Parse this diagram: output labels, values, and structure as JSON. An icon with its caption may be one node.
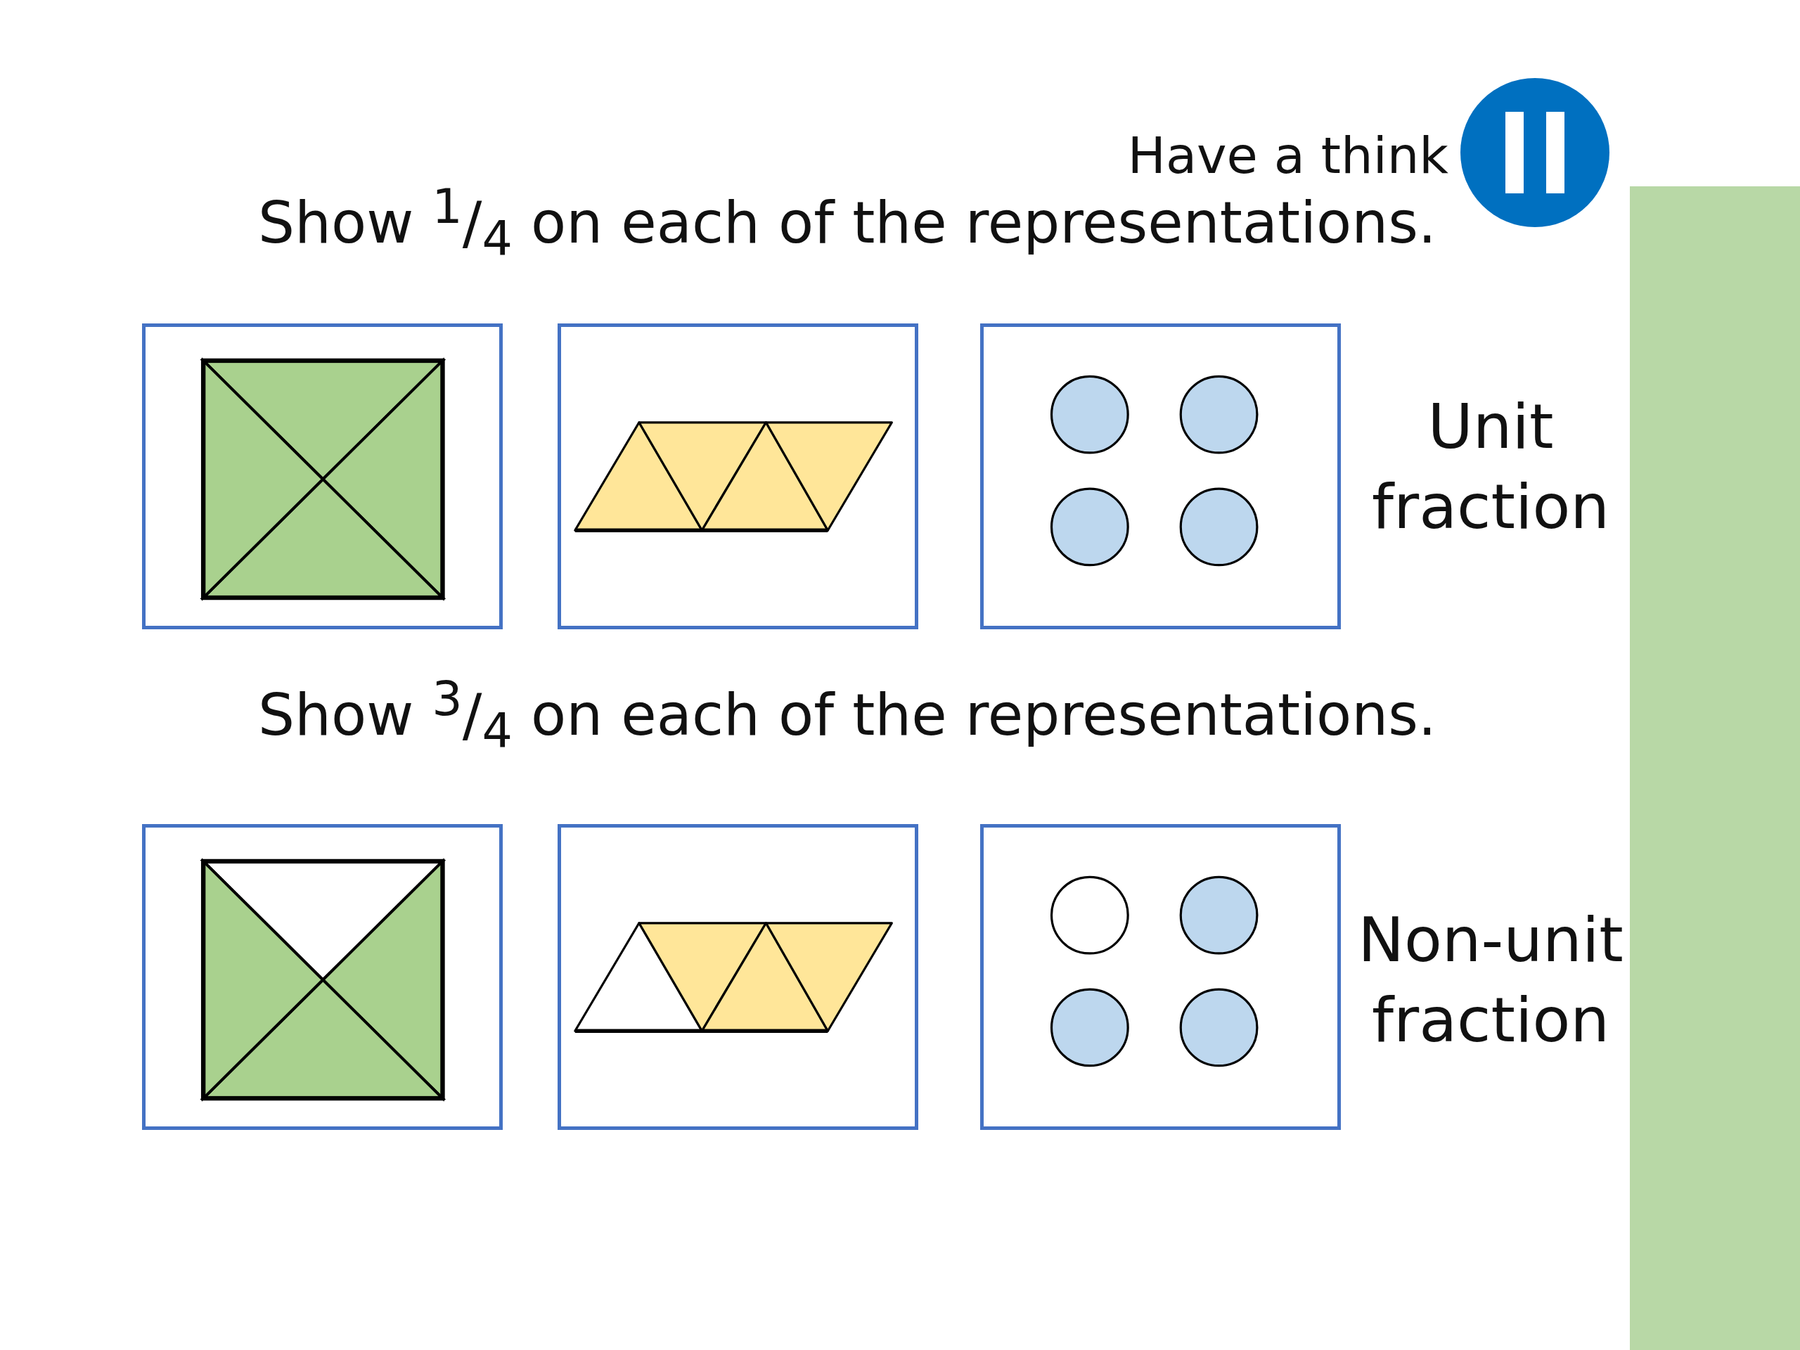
{
  "diagram": {
    "labels": [
      "Have a think",
      "Show $^{1}$/$_{4}$ on each of the representations.",
      "Unit fraction",
      "Show $^{3}$/$_{4}$ on each of the representations.",
      "Non-unit fraction"
    ]
  }
}
